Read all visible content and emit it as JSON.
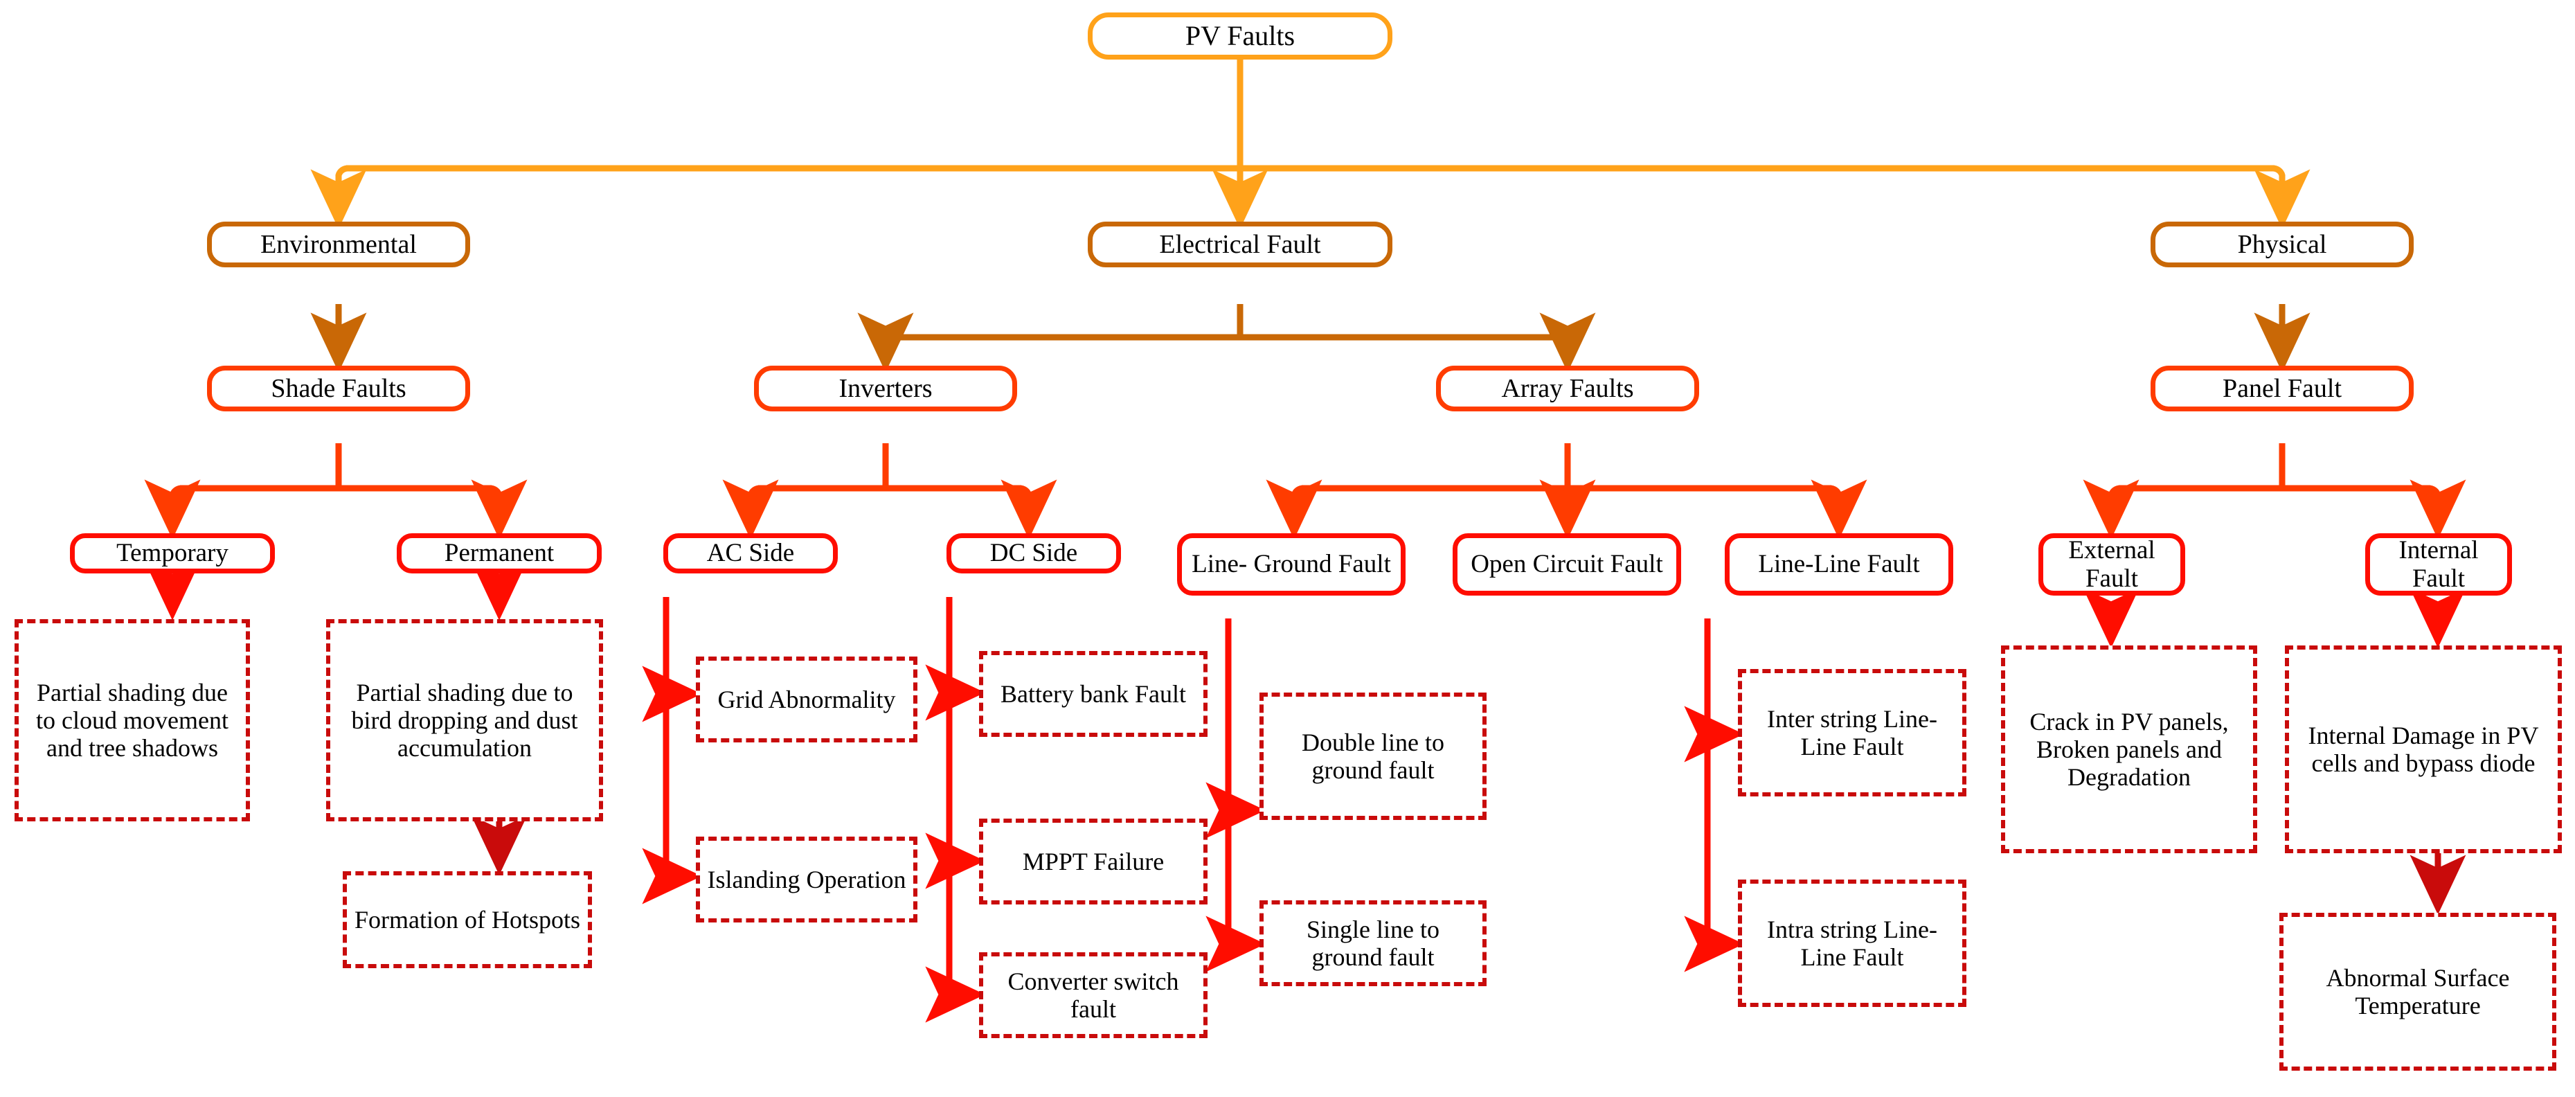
{
  "diagram": {
    "title": "PV Faults",
    "type": "tree",
    "colors": {
      "level1_border": "#FFA21A",
      "level2_border": "#C96806",
      "level3_border": "#FF3C00",
      "level4_border": "#FF0D00",
      "leaf_border": "#C90B0B",
      "background": "#FFFFFF",
      "text": "#000000"
    },
    "root": {
      "label": "PV Faults"
    },
    "level2": [
      {
        "label": "Environmental"
      },
      {
        "label": "Electrical Fault"
      },
      {
        "label": "Physical"
      }
    ],
    "level3": [
      {
        "label": "Shade Faults"
      },
      {
        "label": "Inverters"
      },
      {
        "label": "Array Faults"
      },
      {
        "label": "Panel Fault"
      }
    ],
    "level4": [
      {
        "label": "Temporary"
      },
      {
        "label": "Permanent"
      },
      {
        "label": "AC Side"
      },
      {
        "label": "DC Side"
      },
      {
        "label": "Line- Ground Fault"
      },
      {
        "label": "Open Circuit Fault"
      },
      {
        "label": "Line-Line Fault"
      },
      {
        "label": "External Fault"
      },
      {
        "label": "Internal Fault"
      }
    ],
    "leaves": [
      {
        "label": "Partial shading due to cloud movement and tree shadows"
      },
      {
        "label": "Partial shading due to bird dropping and dust accumulation"
      },
      {
        "label": "Formation of Hotspots"
      },
      {
        "label": "Grid Abnormality"
      },
      {
        "label": "Islanding Operation"
      },
      {
        "label": "Battery bank Fault"
      },
      {
        "label": "MPPT Failure"
      },
      {
        "label": "Converter switch fault"
      },
      {
        "label": "Double line to ground fault"
      },
      {
        "label": "Single line to ground fault"
      },
      {
        "label": "Inter string Line-Line Fault"
      },
      {
        "label": "Intra string Line-Line Fault"
      },
      {
        "label": "Crack in PV panels, Broken panels and Degradation"
      },
      {
        "label": "Internal Damage in PV cells and bypass diode"
      },
      {
        "label": "Abnormal Surface Temperature"
      }
    ]
  }
}
